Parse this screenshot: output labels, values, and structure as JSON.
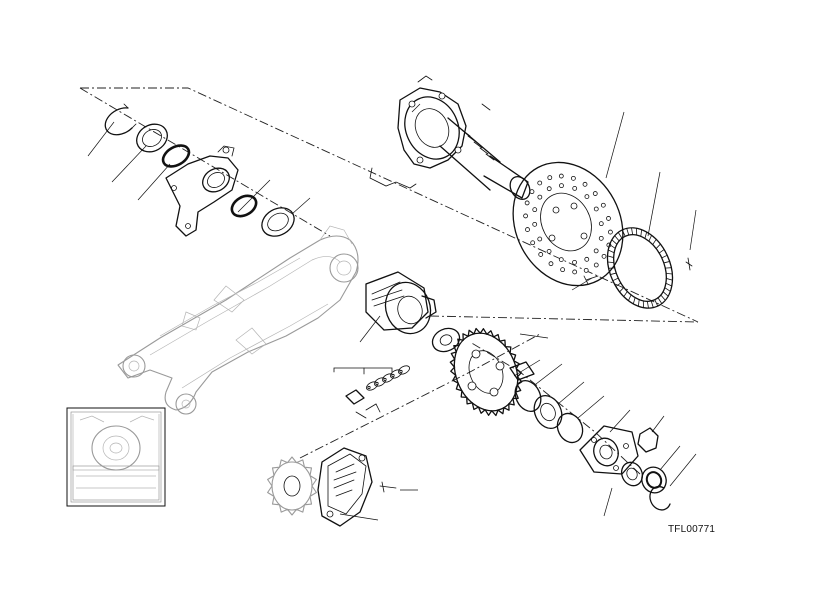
{
  "figure": {
    "reference_code": "TFL00771"
  },
  "icons": {
    "swingarm": "swingarm-outline",
    "brake_disc": "brake-disc",
    "sprocket": "rear-sprocket",
    "front_sprocket": "front-sprocket",
    "chain": "drive-chain",
    "hub": "rear-wheel-hub",
    "cush_drive": "cush-drive-flange",
    "circlip": "circlip",
    "tone_wheel": "abs-tone-wheel"
  }
}
